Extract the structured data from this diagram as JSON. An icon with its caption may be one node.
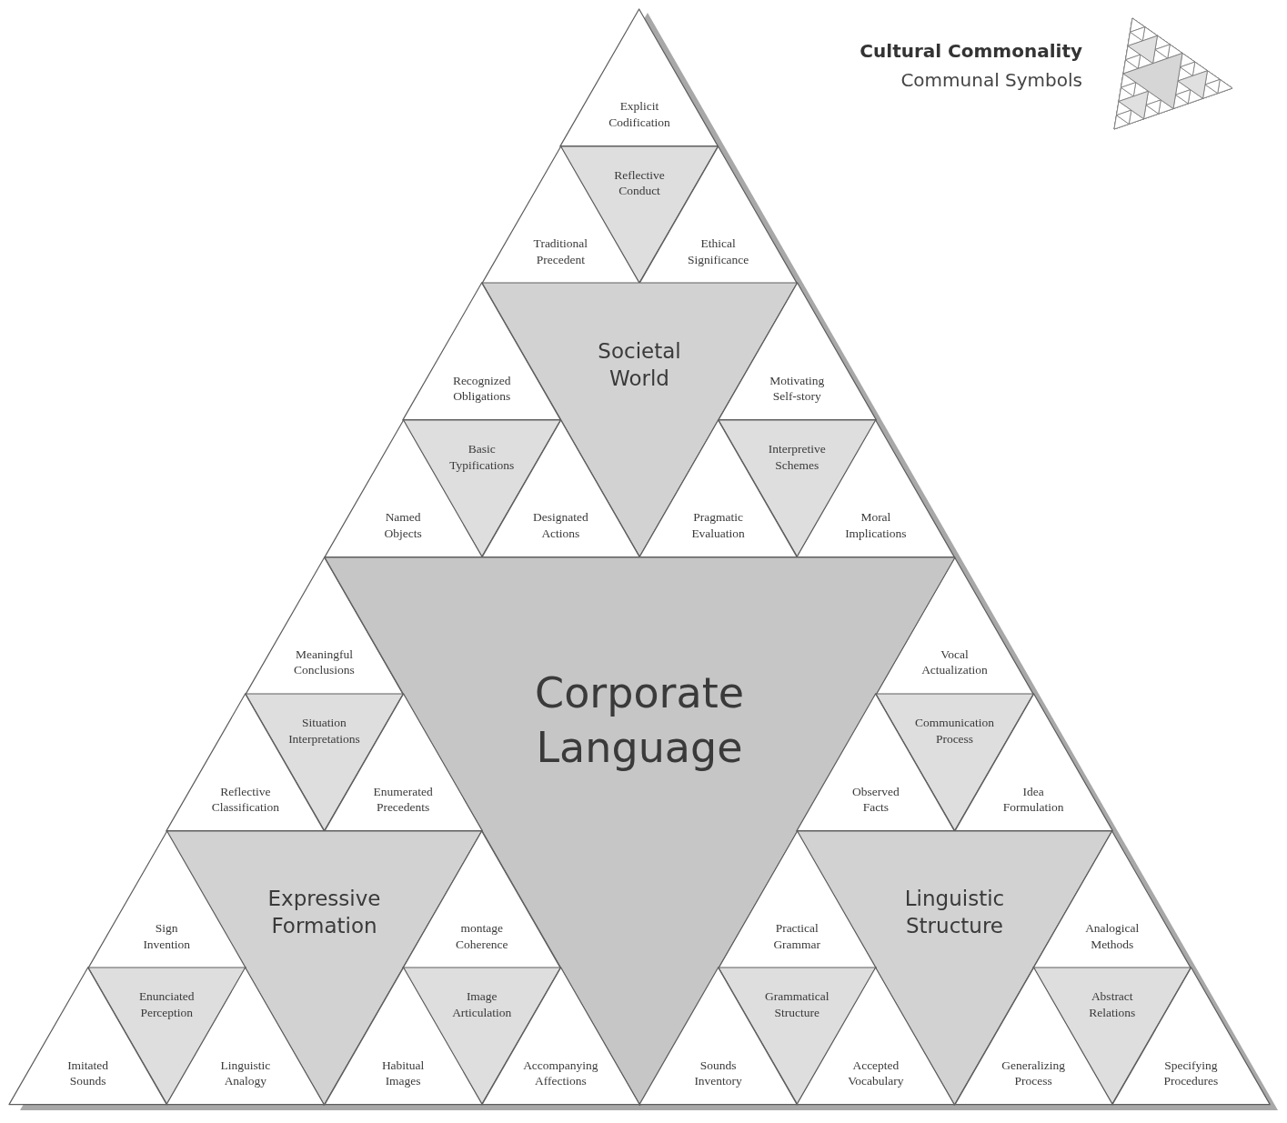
{
  "diagram": {
    "nodes": [
      {
        "text": [
          "Explicit Codification"
        ]
      },
      {
        "text": [
          "Reflective Conduct"
        ]
      },
      {
        "text": [
          "Traditional Precedent"
        ]
      },
      {
        "text": [
          "Ethical Significance"
        ]
      },
      {
        "text": [
          "Societal World"
        ]
      },
      {
        "text": [
          "Recognized Obligations"
        ]
      },
      {
        "text": [
          "Motivating Self-story"
        ]
      },
      {
        "text": [
          "Basic Typifications"
        ]
      },
      {
        "text": [
          "Interpretive Schemes"
        ]
      },
      {
        "text": [
          "Named Objects"
        ]
      },
      {
        "text": [
          "Designated Actions"
        ]
      },
      {
        "text": [
          "Pragmatic Evaluation"
        ]
      },
      {
        "text": [
          "Moral Implications"
        ]
      },
      {
        "text": [
          "Meaningful Conclusions"
        ]
      },
      {
        "text": [
          "Vocal Actualization"
        ]
      },
      {
        "text": [
          "Corporate Language"
        ]
      },
      {
        "text": [
          "Communication Process"
        ]
      },
      {
        "text": [
          "Situation Interpretations"
        ]
      },
      {
        "text": [
          "Observed Facts"
        ]
      },
      {
        "text": [
          "Idea Formulation"
        ]
      },
      {
        "text": [
          "Reflective Classification"
        ]
      },
      {
        "text": [
          "Enumerated Precedents"
        ]
      },
      {
        "text": [
          "Expressive Formation"
        ]
      },
      {
        "text": [
          "Linguistic Structure"
        ]
      },
      {
        "text": [
          "Practical Grammar"
        ]
      },
      {
        "text": [
          "Analogical Methods"
        ]
      },
      {
        "text": [
          "Sign Invention"
        ]
      },
      {
        "text": [
          "montage Coherence"
        ]
      },
      {
        "text": [
          "Grammatical Structure"
        ]
      },
      {
        "text": [
          "Abstract Relations"
        ]
      },
      {
        "text": [
          "Enunciated Perception"
        ]
      },
      {
        "text": [
          "Image Articulation"
        ]
      },
      {
        "text": [
          "Sounds Inventory"
        ]
      },
      {
        "text": [
          "Accepted Vocabulary"
        ]
      },
      {
        "text": [
          "Generalizing Process"
        ]
      },
      {
        "text": [
          "Specifying Procedures"
        ]
      },
      {
        "text": [
          "Imitated Sounds"
        ]
      },
      {
        "text": [
          "Linguistic Analogy"
        ]
      },
      {
        "text": [
          "Habitual Images"
        ]
      },
      {
        "text": [
          "Accompanying Affections"
        ]
      }
    ],
    "labels": [
      "Cultural Commonality",
      "Communal Symbols"
    ]
  }
}
